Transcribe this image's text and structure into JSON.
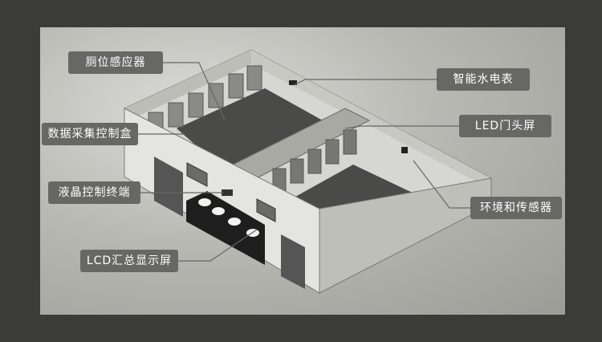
{
  "labels": {
    "toilet_sensor": "厕位感应器",
    "data_box": "数据采集控制盒",
    "lcd_terminal": "液晶控制终端",
    "lcd_summary": "LCD汇总显示屏",
    "smart_meter": "智能水电表",
    "led_door": "LED门头屏",
    "env_sensor": "环境和传感器"
  },
  "colors": {
    "background": "#3b3b37",
    "label_bg": "#676764",
    "label_text": "#ffffff"
  }
}
